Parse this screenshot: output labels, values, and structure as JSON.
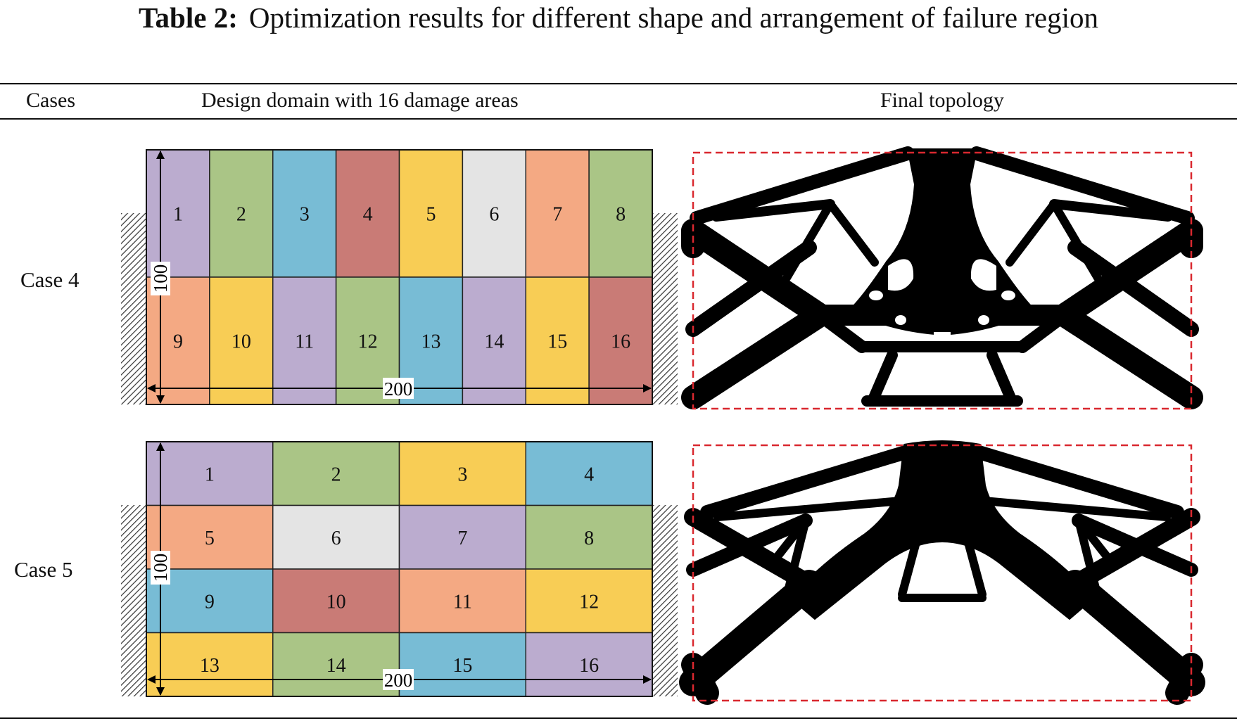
{
  "caption": {
    "label": "Table 2:",
    "text": "Optimization results for different shape and arrangement of failure region"
  },
  "table": {
    "headers": [
      "Cases",
      "Design domain with 16 damage areas",
      "Final topology"
    ],
    "rows": [
      {
        "case": "Case 4",
        "height_label": "100",
        "width_label": "200",
        "grid_cols": 8,
        "grid_rows": 2,
        "cells": [
          {
            "n": "1",
            "color": "#bbaccf"
          },
          {
            "n": "2",
            "color": "#aac586"
          },
          {
            "n": "3",
            "color": "#78bcd5"
          },
          {
            "n": "4",
            "color": "#c97b76"
          },
          {
            "n": "5",
            "color": "#f8cd55"
          },
          {
            "n": "6",
            "color": "#e4e4e4"
          },
          {
            "n": "7",
            "color": "#f4a983"
          },
          {
            "n": "8",
            "color": "#aac586"
          },
          {
            "n": "9",
            "color": "#f4a983"
          },
          {
            "n": "10",
            "color": "#f8cd55"
          },
          {
            "n": "11",
            "color": "#bbaccf"
          },
          {
            "n": "12",
            "color": "#aac586"
          },
          {
            "n": "13",
            "color": "#78bcd5"
          },
          {
            "n": "14",
            "color": "#bbaccf"
          },
          {
            "n": "15",
            "color": "#f8cd55"
          },
          {
            "n": "16",
            "color": "#c97b76"
          }
        ]
      },
      {
        "case": "Case 5",
        "height_label": "100",
        "width_label": "200",
        "grid_cols": 4,
        "grid_rows": 4,
        "cells": [
          {
            "n": "1",
            "color": "#bbaccf"
          },
          {
            "n": "2",
            "color": "#aac586"
          },
          {
            "n": "3",
            "color": "#f8cd55"
          },
          {
            "n": "4",
            "color": "#78bcd5"
          },
          {
            "n": "5",
            "color": "#f4a983"
          },
          {
            "n": "6",
            "color": "#e4e4e4"
          },
          {
            "n": "7",
            "color": "#bbaccf"
          },
          {
            "n": "8",
            "color": "#aac586"
          },
          {
            "n": "9",
            "color": "#78bcd5"
          },
          {
            "n": "10",
            "color": "#c97b76"
          },
          {
            "n": "11",
            "color": "#f4a983"
          },
          {
            "n": "12",
            "color": "#f8cd55"
          },
          {
            "n": "13",
            "color": "#f8cd55"
          },
          {
            "n": "14",
            "color": "#aac586"
          },
          {
            "n": "15",
            "color": "#78bcd5"
          },
          {
            "n": "16",
            "color": "#bbaccf"
          }
        ]
      }
    ]
  },
  "colors": {
    "frame": "#d9282f",
    "structure": "#000000"
  }
}
